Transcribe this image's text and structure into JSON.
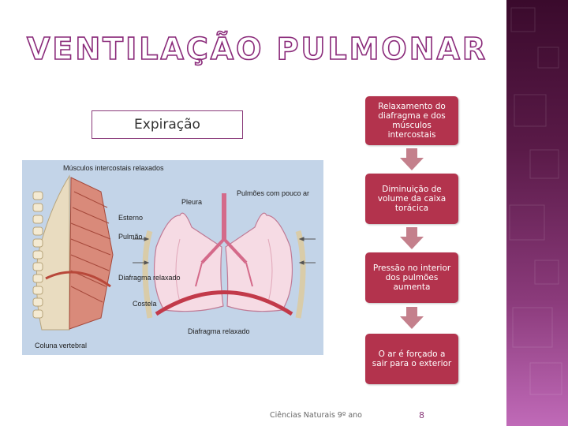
{
  "slide": {
    "title": "VENTILAÇÃO PULMONAR",
    "label": "Expiração",
    "steps": [
      "Relaxamento do diafragma e dos músculos intercostais",
      "Diminuição de volume da caixa torácica",
      "Pressão no interior dos pulmões aumenta",
      "O ar é forçado a sair para o exterior"
    ],
    "footer": "Ciências Naturais 9º ano",
    "page_number": "8"
  },
  "diagram": {
    "labels": {
      "intercostais": "Músculos intercostais relaxados",
      "pleura": "Pleura",
      "pulmoes": "Pulmões com pouco ar",
      "esterno": "Esterno",
      "pulmao": "Pulmão",
      "diafragma_left": "Diafragma relaxado",
      "costela": "Costela",
      "diafragma_center": "Diafragma relaxado",
      "coluna": "Coluna vertebral"
    }
  },
  "colors": {
    "accent": "#8a3a7a",
    "step_fill": "#b3334d",
    "arrow_fill": "#c4808c",
    "diagram_bg": "#c3d4e8"
  }
}
